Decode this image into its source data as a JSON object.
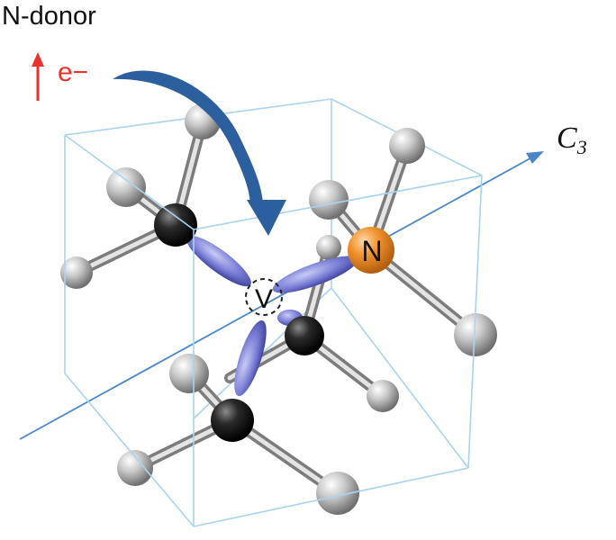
{
  "labels": {
    "title": "N-donor",
    "electron": "e−",
    "axis": "C",
    "axis_sub": "3",
    "vacancy": "V",
    "nitrogen": "N"
  },
  "colors": {
    "arrow_red": "#e8322b",
    "curved_arrow": "#2c5f9e",
    "axis_line": "#4a86c8",
    "cube_edges": "#a9d3f0",
    "orbital": "#7b7fd6",
    "carbon_dark": "#1a1a1a",
    "atom_grey": "#bdbdbd",
    "nitrogen": "#f0922e"
  }
}
